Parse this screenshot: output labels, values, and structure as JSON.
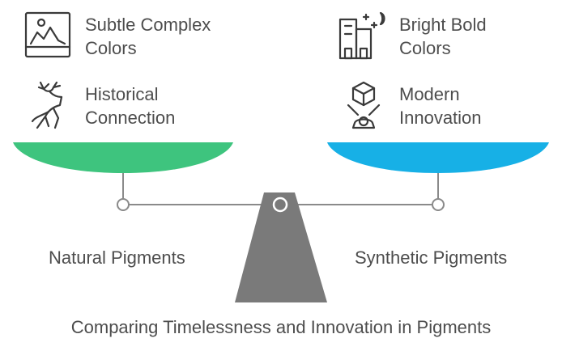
{
  "left_side": {
    "pan_color": "#3ec47e",
    "items": [
      {
        "icon": "landscape-image-icon",
        "line1": "Subtle Complex",
        "line2": "Colors"
      },
      {
        "icon": "deer-icon",
        "line1": "Historical",
        "line2": "Connection"
      }
    ],
    "label": "Natural Pigments"
  },
  "right_side": {
    "pan_color": "#17b0e6",
    "items": [
      {
        "icon": "city-night-icon",
        "line1": "Bright Bold",
        "line2": "Colors"
      },
      {
        "icon": "cube-innovation-icon",
        "line1": "Modern",
        "line2": "Innovation"
      }
    ],
    "label": "Synthetic Pigments"
  },
  "fulcrum_color": "#7a7a7a",
  "caption": "Comparing Timelessness and Innovation in Pigments"
}
